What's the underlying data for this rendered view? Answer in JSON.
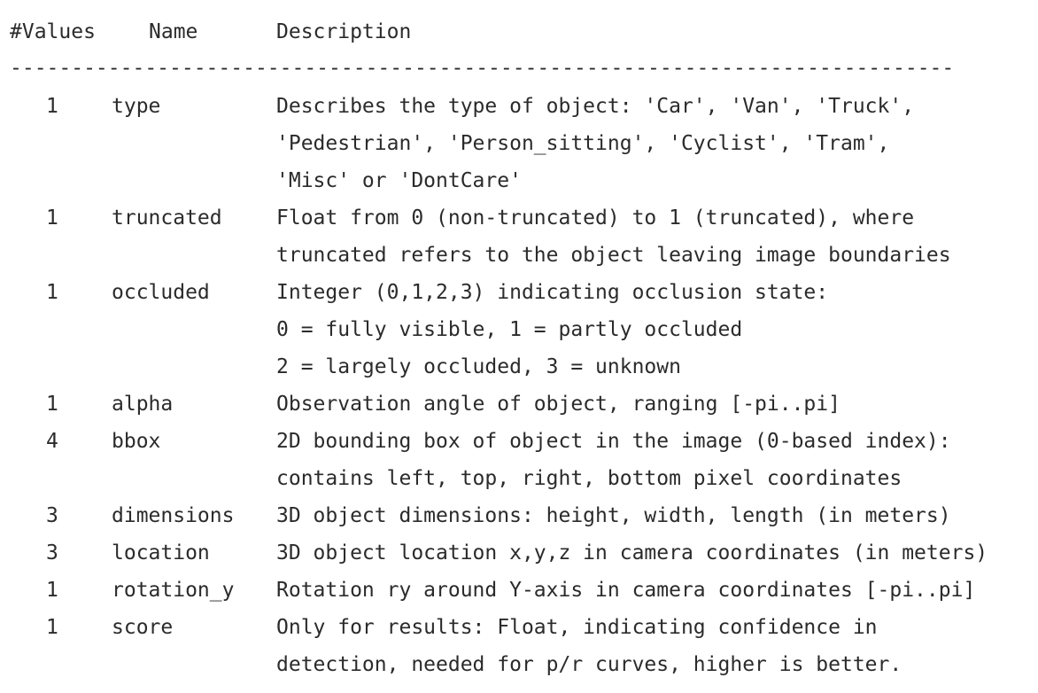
{
  "header": {
    "values": "#Values",
    "name": "Name",
    "description": "Description"
  },
  "separator": "-----------------------------------------------------------------------------",
  "rows": [
    {
      "count": "1",
      "name": "type",
      "desc": [
        "Describes the type of object: 'Car', 'Van', 'Truck',",
        "'Pedestrian', 'Person_sitting', 'Cyclist', 'Tram',",
        "'Misc' or 'DontCare'"
      ]
    },
    {
      "count": "1",
      "name": "truncated",
      "desc": [
        "Float from 0 (non-truncated) to 1 (truncated), where",
        "truncated refers to the object leaving image boundaries"
      ]
    },
    {
      "count": "1",
      "name": "occluded",
      "desc": [
        "Integer (0,1,2,3) indicating occlusion state:",
        "0 = fully visible, 1 = partly occluded",
        "2 = largely occluded, 3 = unknown"
      ]
    },
    {
      "count": "1",
      "name": "alpha",
      "desc": [
        "Observation angle of object, ranging [-pi..pi]"
      ]
    },
    {
      "count": "4",
      "name": "bbox",
      "desc": [
        "2D bounding box of object in the image (0-based index):",
        "contains left, top, right, bottom pixel coordinates"
      ]
    },
    {
      "count": "3",
      "name": "dimensions",
      "desc": [
        "3D object dimensions: height, width, length (in meters)"
      ]
    },
    {
      "count": "3",
      "name": "location",
      "desc": [
        "3D object location x,y,z in camera coordinates (in meters)"
      ]
    },
    {
      "count": "1",
      "name": "rotation_y",
      "desc": [
        "Rotation ry around Y-axis in camera coordinates [-pi..pi]"
      ]
    },
    {
      "count": "1",
      "name": "score",
      "desc": [
        "Only for results: Float, indicating confidence in",
        "detection, needed for p/r curves, higher is better."
      ]
    }
  ]
}
